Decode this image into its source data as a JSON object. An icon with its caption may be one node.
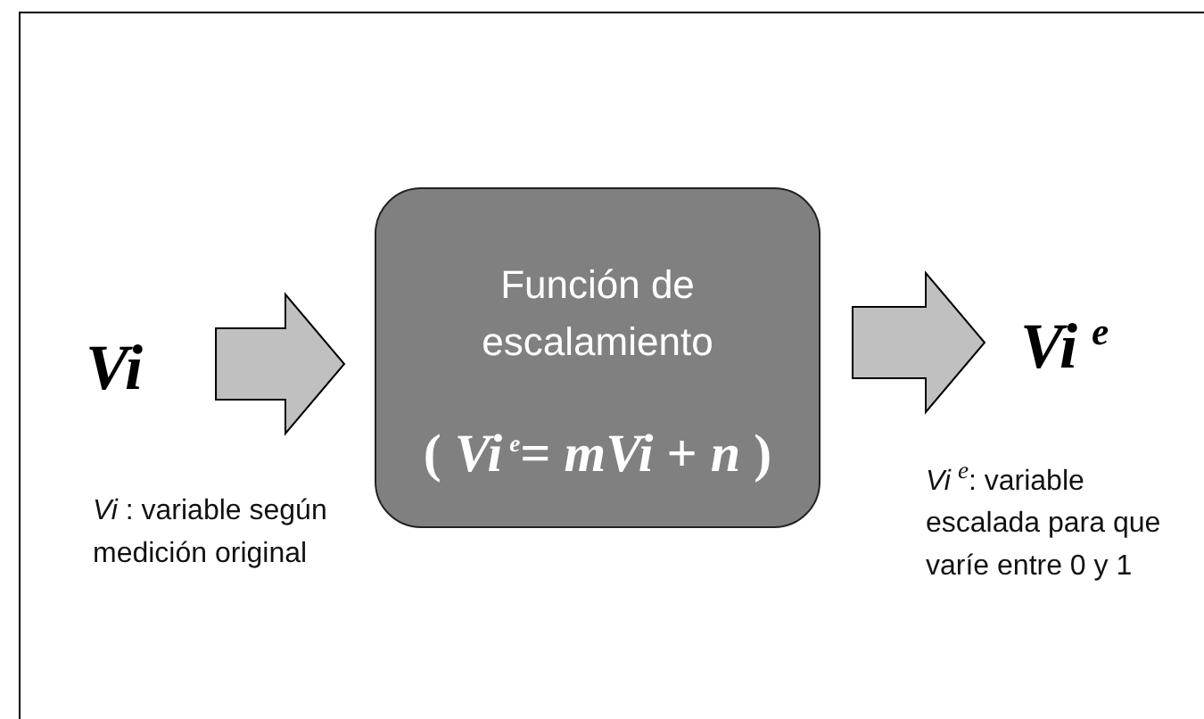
{
  "diagram": {
    "nodes": [
      {
        "text": [
          "Vi"
        ]
      },
      {
        "text": [
          "Función de escalamiento",
          "( *Vi*$^{e}$= *mVi* + *n* )"
        ]
      },
      {
        "text": [
          "Vi$^{e}$"
        ],
        "beside": [
          "*Vi*$^{e}$: variable escalada para que varíe entre 0 y 1"
        ]
      }
    ],
    "edges": [
      {
        "from": 0,
        "to": 1,
        "arrow": "to"
      },
      {
        "from": 1,
        "to": 2,
        "arrow": "to"
      }
    ],
    "labels": [
      "*Vi* : variable según medición original"
    ]
  }
}
